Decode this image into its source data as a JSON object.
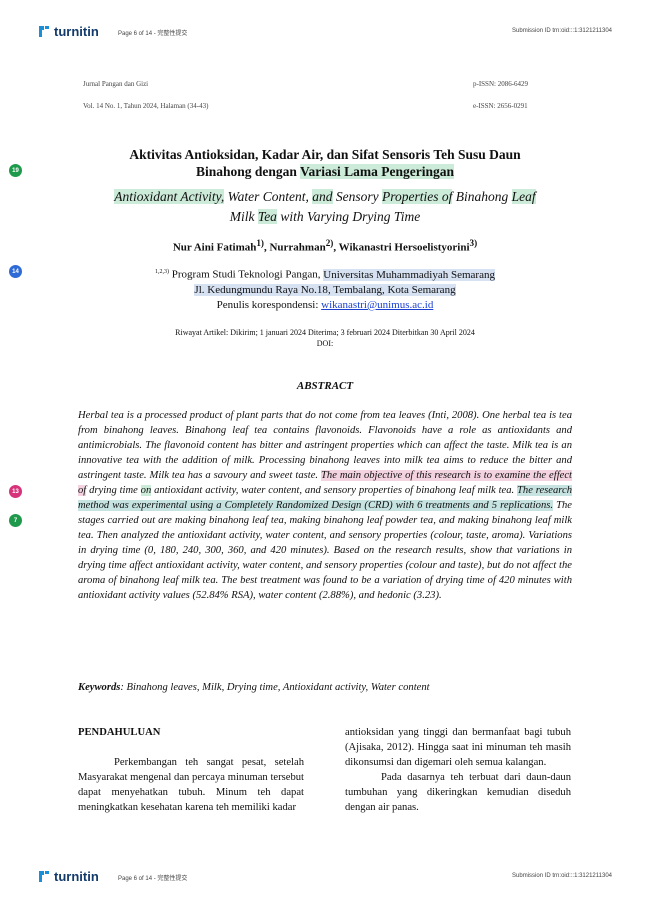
{
  "turnitin": {
    "logo_text": "turnitin",
    "page_label": "Page 6 of 14 - 完整性提交",
    "submission_id": "Submission ID trn:oid:::1:3121211304"
  },
  "journal": {
    "name": "Jurnal Pangan dan Gizi",
    "issue": "Vol. 14 No. 1, Tahun 2024, Halaman (34-43)",
    "pissn": "p-ISSN: 2086-6429",
    "eissn": "e-ISSN: 2656-0291"
  },
  "title": {
    "line1": "Aktivitas Antioksidan, Kadar Air, dan Sifat Sensoris Teh Susu Daun",
    "line2_a": "Binahong  dengan ",
    "line2_b": "Variasi Lama Pengeringan",
    "en_a": "Antioxidant Activity,",
    "en_b": " Water Content, ",
    "en_c": "and",
    "en_d": " Sensory ",
    "en_e": "Properties of",
    "en_f": " Binahong ",
    "en_g": "Leaf",
    "en_h": "Milk ",
    "en_i": "Tea",
    "en_j": " with Varying Drying Time"
  },
  "authors": {
    "a1": "Nur Aini Fatimah",
    "s1": "1)",
    "a2": ", Nurrahman",
    "s2": "2)",
    "a3": ", Wikanastri Hersoelistyorini",
    "s3": "3)"
  },
  "affiliation": {
    "sup": "1,2,3)",
    "l1_a": " Program Studi Teknologi Pangan, ",
    "l1_b": "Universitas Muhammadiyah Semarang",
    "l2_a": "Jl. Kedungmundu Raya No.18",
    "l2_b": ", Tembalang, Kota Semarang",
    "l3": "Penulis korespondensi: ",
    "email": "wikanastri@unimus.ac.id"
  },
  "history": {
    "line1": "Riwayat Artikel: Dikirim; 1 januari 2024 Diterima; 3 februari 2024  Diterbitkan 30 April 2024",
    "line2": "DOI:"
  },
  "abstract": {
    "heading": "ABSTRACT",
    "p1": "Herbal tea is a processed product of plant parts that do not come from tea leaves (Inti, 2008). One herbal tea is tea from binahong leaves. Binahong leaf tea contains flavonoids. Flavonoids have a role as antioxidants and antimicrobials. The flavonoid content has bitter and astringent properties which can affect the taste. Milk tea is an innovative tea with the addition of milk. Processing binahong leaves into milk tea aims to reduce the bitter and astringent taste. Milk tea has a savoury and sweet taste. ",
    "h1": "The main objective of this research is to examine the effect of",
    "p2": " drying time ",
    "h2": "on",
    "p3": " antioxidant activity, water content, and sensory properties of binahong leaf milk tea. ",
    "h3": "The research method was experimental using a Completely Randomized Design (CRD) with 6 treatments and 5 replications.",
    "p4": " The stages carried out are making binahong leaf tea, making binahong leaf powder tea, and making binahong leaf milk tea. Then analyzed the antioxidant activity, water content, and sensory properties (colour, taste, aroma). Variations in drying time (0, 180, 240, 300, 360, and 420 minutes). Based on the research results, show that variations in drying time affect antioxidant activity, water content, and sensory properties (colour and taste), but do not affect the aroma of binahong leaf milk tea. The best treatment was found to be a variation of drying time of 420 minutes with antioxidant activity values (52.84% RSA), water content (2.88%), and hedonic (3.23)."
  },
  "keywords": {
    "label": "Keywords",
    "text": ": Binahong leaves, Milk, Drying time, Antioxidant activity, Water content"
  },
  "body": {
    "heading": "PENDAHULUAN",
    "left_p": "Perkembangan teh sangat pesat, setelah Masyarakat mengenal dan percaya minuman tersebut dapat menyehatkan tubuh. Minum teh dapat meningkatkan kesehatan karena teh memiliki kadar",
    "right_p1": "antioksidan yang  tinggi dan bermanfaat bagi tubuh (Ajisaka, 2012). Hingga saat ini minuman teh masih dikonsumsi dan digemari oleh semua kalangan.",
    "right_p2": "Pada dasarnya teh terbuat dari daun-daun tumbuhan yang dikeringkan kemudian diseduh dengan air panas."
  },
  "badges": [
    {
      "label": "19",
      "color": "#1f9a4d"
    },
    {
      "label": "14",
      "color": "#2f6bd6"
    },
    {
      "label": "13",
      "color": "#d6337a"
    },
    {
      "label": "7",
      "color": "#1f9a4d"
    }
  ]
}
